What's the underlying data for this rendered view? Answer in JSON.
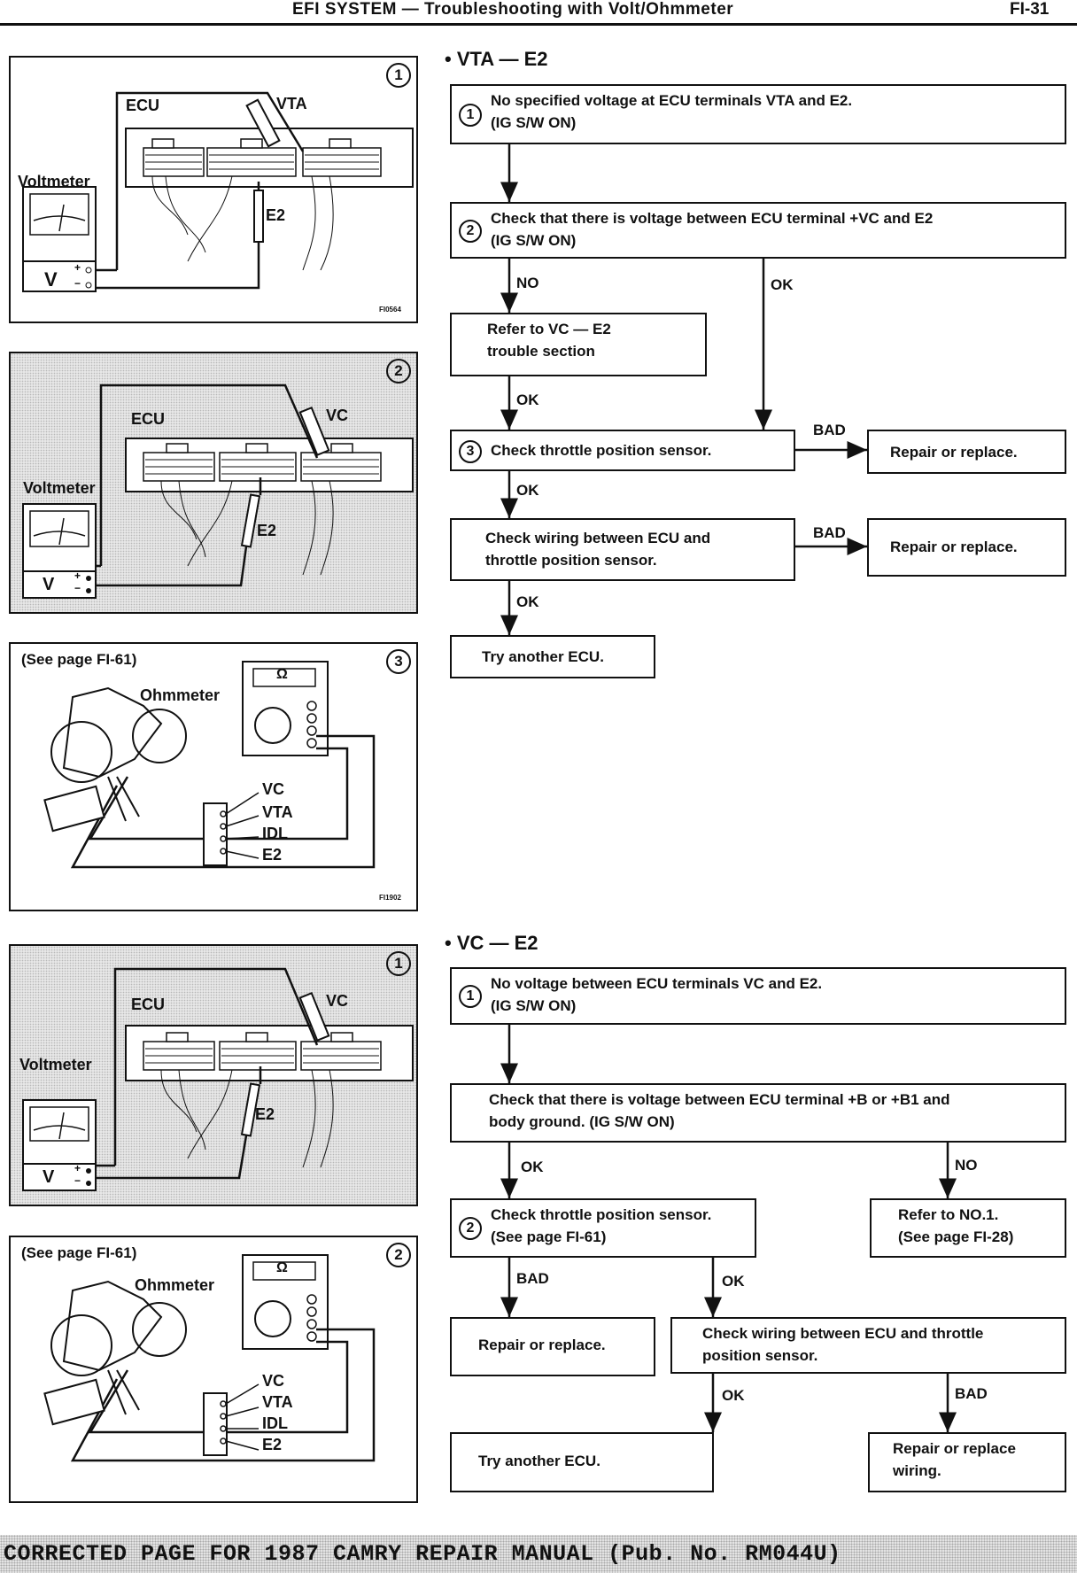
{
  "header": {
    "title": "EFI SYSTEM — Troubleshooting with Volt/Ohmmeter",
    "page": "FI-31"
  },
  "panels": {
    "p1": {
      "num": "1",
      "ecu": "ECU",
      "vta": "VTA",
      "e2": "E2",
      "voltmeter": "Voltmeter",
      "v": "V",
      "plus": "+",
      "minus": "−",
      "code": "FI0564"
    },
    "p2": {
      "num": "2",
      "ecu": "ECU",
      "vc": "VC",
      "e2": "E2",
      "voltmeter": "Voltmeter",
      "v": "V",
      "plus": "+",
      "minus": "−"
    },
    "p3": {
      "num": "3",
      "see": "(See page FI-61)",
      "ohmmeter": "Ohmmeter",
      "omega": "Ω",
      "vc": "VC",
      "vta": "VTA",
      "idl": "IDL",
      "e2": "E2",
      "code": "FI1902"
    },
    "p4": {
      "num": "1",
      "ecu": "ECU",
      "vc": "VC",
      "e2": "E2",
      "voltmeter": "Voltmeter",
      "v": "V",
      "plus": "+",
      "minus": "−"
    },
    "p5": {
      "num": "2",
      "see": "(See page FI-61)",
      "ohmmeter": "Ohmmeter",
      "omega": "Ω",
      "vc": "VC",
      "vta": "VTA",
      "idl": "IDL",
      "e2": "E2"
    }
  },
  "vta_section": {
    "title": "VTA — E2",
    "step1": {
      "num": "1",
      "line1": "No specified voltage at ECU terminals VTA and E2.",
      "line2": "(IG S/W ON)"
    },
    "step2": {
      "num": "2",
      "line1": "Check that there is voltage between ECU terminal +VC and E2",
      "line2": "(IG S/W ON)"
    },
    "label_no": "NO",
    "label_ok_right": "OK",
    "refer": {
      "line1": "Refer to VC — E2",
      "line2": "trouble section"
    },
    "label_ok_refer": "OK",
    "step3": {
      "num": "3",
      "text": "Check throttle position sensor."
    },
    "label_bad1": "BAD",
    "repair1": "Repair or replace.",
    "label_ok3": "OK",
    "wiring": {
      "line1": "Check wiring between ECU and",
      "line2": "throttle position sensor."
    },
    "label_bad2": "BAD",
    "repair2": "Repair or replace.",
    "label_ok4": "OK",
    "try_ecu": "Try another ECU."
  },
  "vc_section": {
    "title": "VC — E2",
    "step1": {
      "num": "1",
      "line1": "No voltage between ECU terminals VC and E2.",
      "line2": "(IG S/W ON)"
    },
    "check_b": {
      "line1": "Check that there is voltage between ECU terminal +B or +B1 and",
      "line2": "body ground. (IG S/W ON)"
    },
    "label_ok": "OK",
    "label_no": "NO",
    "step2": {
      "num": "2",
      "line1": "Check throttle position sensor.",
      "line2": "(See page FI-61)"
    },
    "refer": {
      "line1": "Refer to NO.1.",
      "line2": "(See page FI-28)"
    },
    "label_bad": "BAD",
    "label_ok2": "OK",
    "repair": "Repair or replace.",
    "wiring": {
      "line1": "Check wiring between ECU and throttle",
      "line2": "position sensor."
    },
    "label_ok3": "OK",
    "label_bad2": "BAD",
    "try_ecu": "Try another ECU.",
    "repair_wiring": {
      "line1": "Repair or replace",
      "line2": "wiring."
    }
  },
  "footer": "CORRECTED PAGE FOR 1987 CAMRY REPAIR MANUAL (Pub. No. RM044U)"
}
